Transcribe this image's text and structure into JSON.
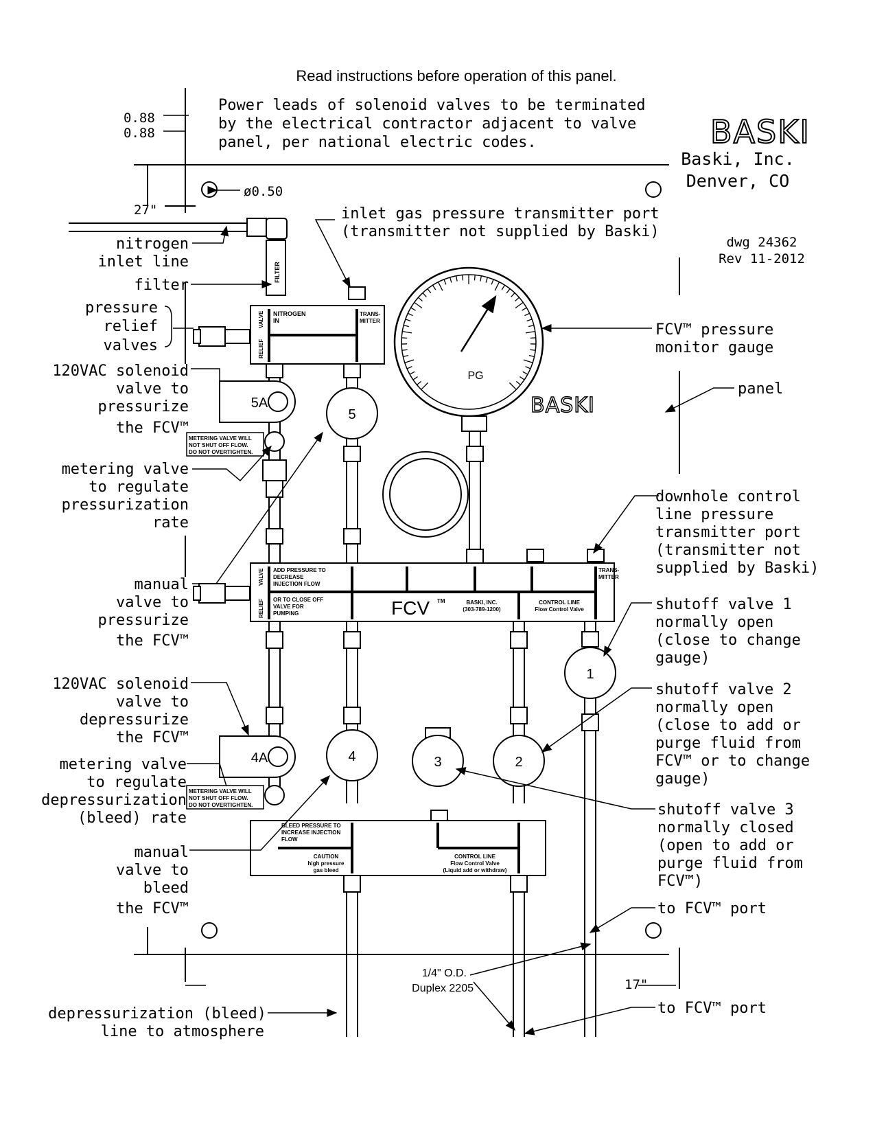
{
  "header": {
    "instruction": "Read instructions before operation of this panel.",
    "note_line1": "Power leads of solenoid valves to be terminated",
    "note_line2": "by the electrical contractor adjacent to valve",
    "note_line3": "panel, per national electric codes."
  },
  "title_block": {
    "logo": "BASKI",
    "company": "Baski, Inc.",
    "location": "Denver, CO",
    "drawing_no": "dwg 24362",
    "revision": "Rev 11-2012"
  },
  "dimensions": {
    "d1": "0.88",
    "d2": "0.88",
    "hole": "ø0.50",
    "top_offset": "27\"",
    "side_offset": "17\"",
    "tubing_line1": "1/4\" O.D.",
    "tubing_line2": "Duplex 2205"
  },
  "labels": {
    "nitrogen_inlet": [
      "nitrogen",
      "inlet line"
    ],
    "filter": "filter",
    "relief_valves": [
      "pressure",
      "relief",
      "valves"
    ],
    "solenoid_5a": [
      "120VAC solenoid",
      "valve to",
      "pressurize",
      "the FCV™"
    ],
    "metering_pressurize": [
      "metering valve",
      "to regulate",
      "pressurization",
      "rate"
    ],
    "manual_pressurize": [
      "manual",
      "valve to",
      "pressurize",
      "the FCV™"
    ],
    "solenoid_4a": [
      "120VAC solenoid",
      "valve to",
      "depressurize",
      "the FCV™"
    ],
    "metering_depressurize": [
      "metering valve",
      "to regulate",
      "depressurization",
      "(bleed) rate"
    ],
    "manual_bleed": [
      "manual",
      "valve to",
      "bleed",
      "the FCV™"
    ],
    "bleed_line": [
      "depressurization (bleed)",
      "line to atmosphere"
    ],
    "inlet_port": [
      "inlet gas pressure transmitter port",
      "(transmitter not supplied by Baski)"
    ],
    "gauge": [
      "FCV™ pressure",
      "monitor gauge"
    ],
    "panel": "panel",
    "downhole_port": [
      "downhole control",
      "line pressure",
      "transmitter port",
      "(transmitter not",
      "supplied by Baski)"
    ],
    "shutoff1": [
      "shutoff valve 1",
      "normally open",
      "(close to change",
      "gauge)"
    ],
    "shutoff2": [
      "shutoff valve 2",
      "normally open",
      "(close to add or",
      "purge fluid from",
      "FCV™ or to change",
      "gauge)"
    ],
    "shutoff3": [
      "shutoff valve 3",
      "normally closed",
      "(open to add or",
      "purge fluid from",
      "FCV™)"
    ],
    "fcv_port_1": "to FCV™ port",
    "fcv_port_2": "to FCV™ port"
  },
  "components": {
    "valve_5a": "5A",
    "valve_4a": "4A",
    "valve_5": "5",
    "valve_4": "4",
    "valve_3": "3",
    "valve_2": "2",
    "valve_1": "1",
    "gauge_pg": "PG",
    "filter_tag": "FILTER",
    "metering_tag": [
      "METERING VALVE WILL",
      "NOT SHUT OFF FLOW.",
      "DO NOT OVERTIGHTEN."
    ],
    "top_block": {
      "relief": "RELIEF",
      "valve": "VALVE",
      "nitrogen_in": [
        "NITROGEN",
        "IN"
      ],
      "transmitter": [
        "TRANS-",
        "MITTER"
      ]
    },
    "mid_block": {
      "relief": "RELIEF",
      "valve": "VALVE",
      "add_pressure": [
        "ADD PRESSURE TO",
        "DECREASE",
        "INJECTION FLOW"
      ],
      "close_off": [
        "OR TO CLOSE OFF",
        "VALVE FOR",
        "PUMPING"
      ],
      "fcv": "FCV",
      "tm": "TM",
      "company": [
        "BASKI, INC.",
        "(303-789-1200)"
      ],
      "control_line": [
        "CONTROL LINE",
        "Flow Control Valve"
      ],
      "transmitter": [
        "TRANS-",
        "MITTER"
      ]
    },
    "bottom_block": {
      "bleed": [
        "BLEED PRESSURE TO",
        "INCREASE INJECTION",
        "FLOW"
      ],
      "caution": [
        "CAUTION",
        "high pressure",
        "gas bleed"
      ],
      "control_line": [
        "CONTROL LINE",
        "Flow Control Valve",
        "(Liquid add or withdraw)"
      ]
    }
  }
}
